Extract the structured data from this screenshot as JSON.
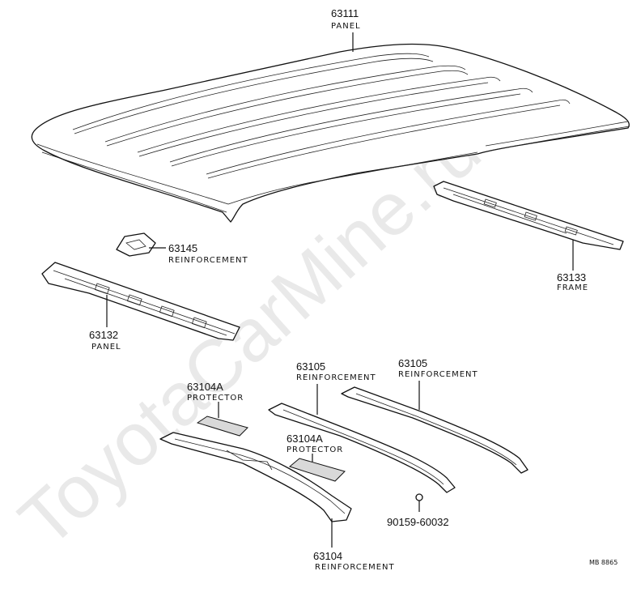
{
  "watermark": "ToyotaCarMine.ru",
  "figure_code": "MB 8865",
  "parts": {
    "roof_panel": {
      "number": "63111",
      "name": "PANEL"
    },
    "reinforcement_small": {
      "number": "63145",
      "name": "REINFORCEMENT"
    },
    "frame": {
      "number": "63133",
      "name": "FRAME"
    },
    "panel_front": {
      "number": "63132",
      "name": "PANEL"
    },
    "protector_left": {
      "number": "63104A",
      "name": "PROTECTOR"
    },
    "reinforcement_mid": {
      "number": "63105",
      "name": "REINFORCEMENT"
    },
    "reinforcement_right": {
      "number": "63105",
      "name": "REINFORCEMENT"
    },
    "protector_right": {
      "number": "63104A",
      "name": "PROTECTOR"
    },
    "clip": {
      "number": "90159-60032"
    },
    "reinforcement_bottom": {
      "number": "63104",
      "name": "REINFORCEMENT"
    }
  }
}
